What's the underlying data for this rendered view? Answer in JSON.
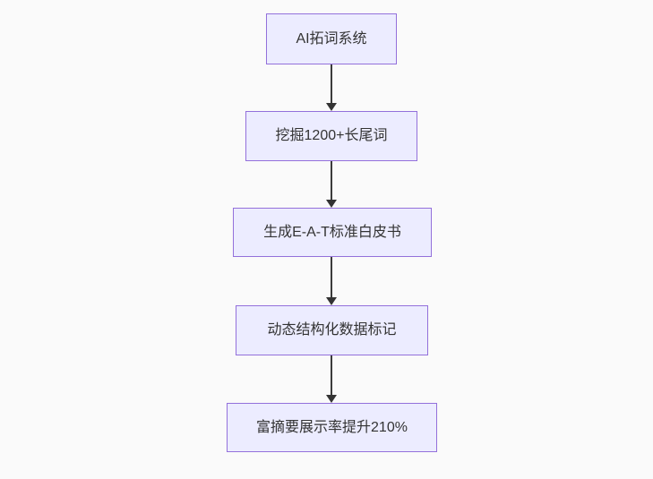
{
  "diagram": {
    "type": "flowchart-top-down",
    "colors": {
      "background": "#fafafa",
      "node_fill": "#ececff",
      "node_border": "#9370db",
      "node_text": "#333333",
      "arrow": "#333333"
    },
    "nodes": [
      {
        "id": "A",
        "label": "AI拓词系统"
      },
      {
        "id": "B",
        "label": "挖掘1200+长尾词"
      },
      {
        "id": "C",
        "label": "生成E-A-T标准白皮书"
      },
      {
        "id": "D",
        "label": "动态结构化数据标记"
      },
      {
        "id": "E",
        "label": "富摘要展示率提升210%"
      }
    ],
    "edges": [
      {
        "from": "A",
        "to": "B"
      },
      {
        "from": "B",
        "to": "C"
      },
      {
        "from": "C",
        "to": "D"
      },
      {
        "from": "D",
        "to": "E"
      }
    ]
  }
}
